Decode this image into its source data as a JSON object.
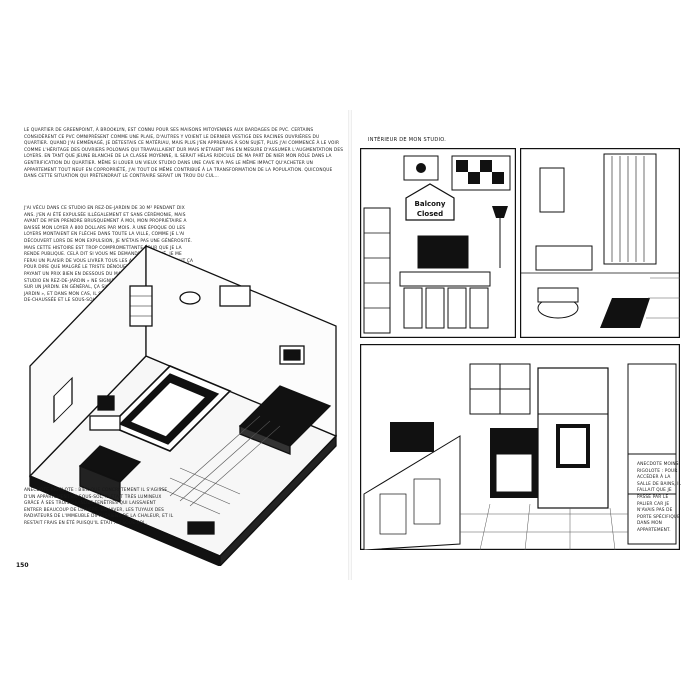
{
  "left_page": {
    "paragraph_1": "Le quartier de Greenpoint, à Brooklyn, est connu pour ses maisons mitoyennes aux bardages de PVC. Certains considèrent ce PVC omniprésent comme une plaie, d'autres y voient le dernier vestige des racines ouvrières du quartier. Quand j'ai emménagé, je détestais ce matériau, mais plus j'en apprenais à son sujet, plus j'ai commencé à le voir comme l'héritage des ouvriers polonais qui travaillaient dur mais n'étaient pas en mesure d'assumer l'augmentation des loyers. En tant que jeune blanche de la classe moyenne, il serait hélas ridicule de ma part de nier mon rôle dans la gentrification du quartier. Même si louer un vieux studio dans une cave n'a pas le même impact qu'acheter un appartement tout neuf en copropriété, j'ai tout de même contribué à la transformation de la population. Quiconque dans cette situation qui prétendrait le contraire serait un trou du cul…",
    "paragraph_2": "J'ai vécu dans ce studio en rez-de-jardin de 30 m² pendant dix ans. J'en ai été expulsée illégalement et sans cérémonie, mais avant de m'en prendre brusquement à moi, mon propriétaire a baissé mon loyer à 800 dollars par mois. À une époque où les loyers montaient en flèche dans toute la ville, comme je l'ai découvert lors de mon expulsion, je n'étais pas une générosité. Mais cette histoire est trop compromettante pour que je la rende publique. Celà dit si vous me demandez en privé, je me ferai un plaisir de vous livrer tous les affreux détails. Tout ça pour dire que malgré le triste dénouement, je me suis tirée en payant un prix bien en dessous du marché pendant dix ans. Un « studio en rez-de-jardin » ne signifie pas forcément qu'on donne sur un jardin. En général, ça signifie plutôt « au niveau du jardin », et dans mon cas, il s'agissait d'un studio entre le rez-de-chaussée et le sous-sol, avec vue sur la cour intérieure.",
    "caption": "Anecdote rigolote : bien que concrètement il s'agisse d'un appartement en sous-sol, il était très lumineux grâce à ses trois grandes fenêtres qui laissaient entrer beaucoup de lumière. En hiver, les tuyaux des radiateurs de l'immeuble diffusaient de la chaleur, et il restait frais en été puisqu'il était au sous-sol.",
    "page_number": "150"
  },
  "right_page": {
    "panel_caption": "Intérieur de mon studio.",
    "caption": "Anecdote moins rigolote : pour accéder à la salle de bains, il fallait que je passe par le palier car je n'avais pas de porte spécifique dans mon appartement.",
    "sign_line_1": "Balcony",
    "sign_line_2": "Closed"
  },
  "colors": {
    "ink": "#111111",
    "paper": "#ffffff",
    "hatch": "#555555"
  }
}
